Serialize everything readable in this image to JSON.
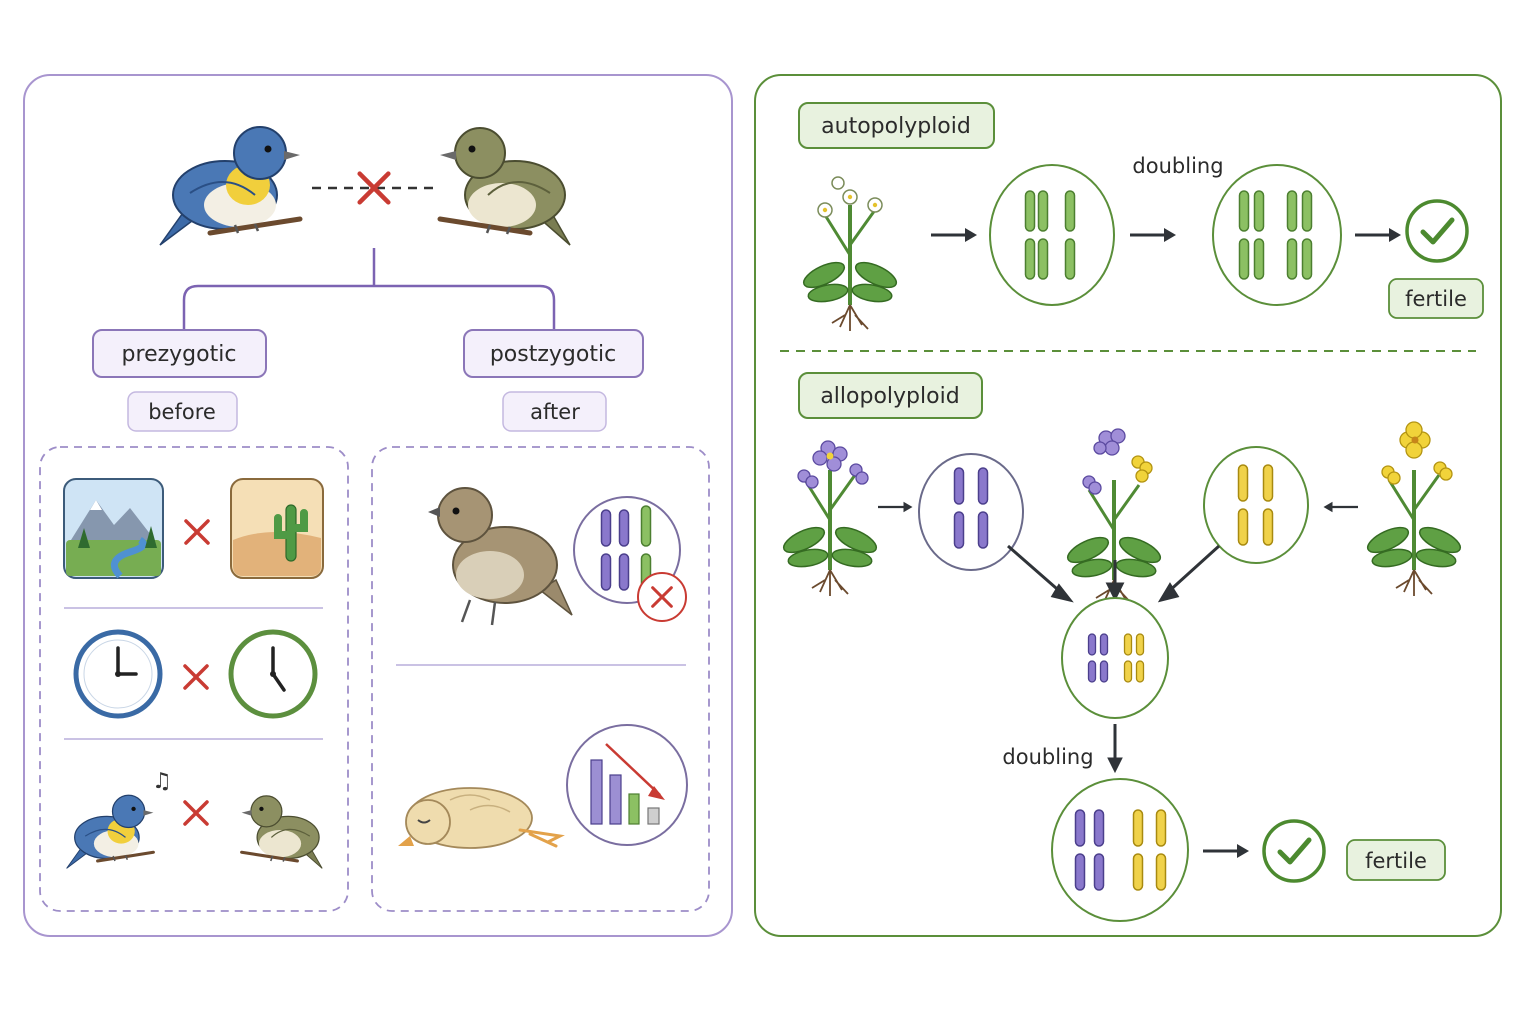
{
  "left_panel": {
    "labels": {
      "prezygotic": "prezygotic",
      "before": "before",
      "postzygotic": "postzygotic",
      "after": "after"
    },
    "prezygotic_barriers": [
      {
        "icon_a": "mountain-river-landscape-icon",
        "icon_b": "desert-cactus-landscape-icon",
        "separator": "x-mark-icon"
      },
      {
        "icon_a": "clock-blue-icon",
        "icon_b": "clock-green-icon",
        "separator": "x-mark-icon"
      },
      {
        "icon_a": "singing-bluebird-icon",
        "icon_b": "olive-bird-icon",
        "separator": "x-mark-icon"
      }
    ],
    "postzygotic_barriers": [
      {
        "icon_a": "hybrid-bird-icon",
        "icon_b": "mismatched-chromosomes-icon"
      },
      {
        "icon_a": "dead-chick-icon",
        "icon_b": "declining-bar-chart-icon"
      }
    ],
    "colors": {
      "accent": "#8b76b8",
      "cross": "#c0392b"
    }
  },
  "right_panel": {
    "autopolyploid": {
      "label": "autopolyploid",
      "doubling": "doubling",
      "result": "fertile"
    },
    "allopolyploid": {
      "label": "allopolyploid",
      "doubling": "doubling",
      "result": "fertile"
    },
    "colors": {
      "accent": "#5b8f3a",
      "purple": "#7f6bc0",
      "yellow": "#e6c12c",
      "green": "#7fb35a"
    }
  }
}
